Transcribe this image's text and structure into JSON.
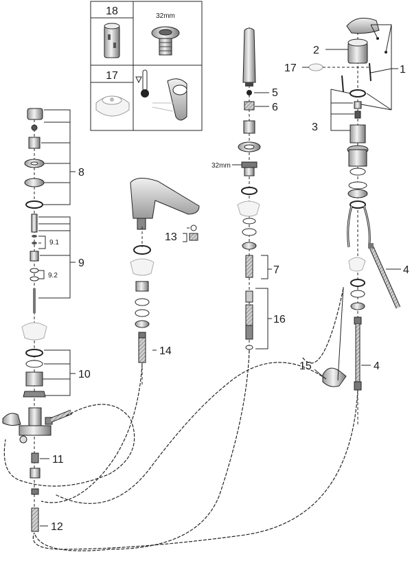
{
  "inset": {
    "top_left_number": "18",
    "top_right_text": "32mm",
    "bottom_left_number": "17"
  },
  "callouts": {
    "n1": "1",
    "n2": "2",
    "n3": "3",
    "n4a": "4",
    "n4b": "4",
    "n5": "5",
    "n6": "6",
    "n7": "7",
    "n8": "8",
    "n9": "9",
    "n9_1": "9.1",
    "n9_2": "9.2",
    "n10": "10",
    "n11": "11",
    "n12": "12",
    "n13": "13",
    "n14": "14",
    "n15": "15",
    "n16": "16",
    "n17": "17",
    "size_32mm": "32mm"
  },
  "colors": {
    "line": "#222222",
    "grey": "#d9d9d9",
    "dark_grey": "#8c8c8c",
    "light": "#eeeeee"
  }
}
